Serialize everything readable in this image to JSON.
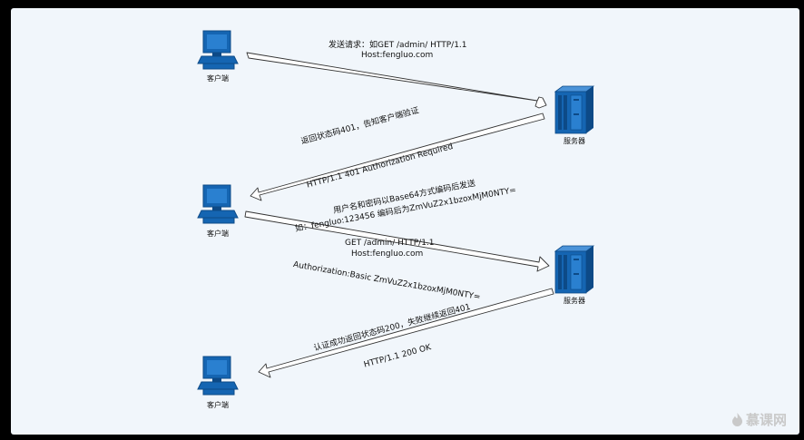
{
  "nodes": {
    "client_label": "客户端",
    "server_label": "服务器"
  },
  "messages": {
    "req1_line1": "发送请求：如GET /admin/ HTTP/1.1",
    "req1_line2": "Host:fengluo.com",
    "resp1_line1": "返回状态码401，告知客户端验证",
    "resp1_line2": "HTTP/1.1 401 Authorization Required",
    "req2_line1": "用户名和密码以Base64方式编码后发送",
    "req2_line2": "如：fengluo:123456  编码后为ZmVuZ2x1bzoxMjM0NTY=",
    "req2_line3": "GET /admin/ HTTP/1.1",
    "req2_line4": "Host:fengluo.com",
    "req2_line5": "Authorization:Basic ZmVuZ2x1bzoxMjM0NTY=",
    "resp2_line1": "认证成功返回状态码200，失败继续返回401",
    "resp2_line2": "HTTP/1.1 200 OK"
  },
  "watermark": "慕课网",
  "colors": {
    "background": "#f1f6fb",
    "icon_blue": "#1565b2",
    "arrow_fill": "#ffffff",
    "arrow_stroke": "#333333"
  },
  "icons": [
    "computer-icon",
    "server-icon"
  ]
}
